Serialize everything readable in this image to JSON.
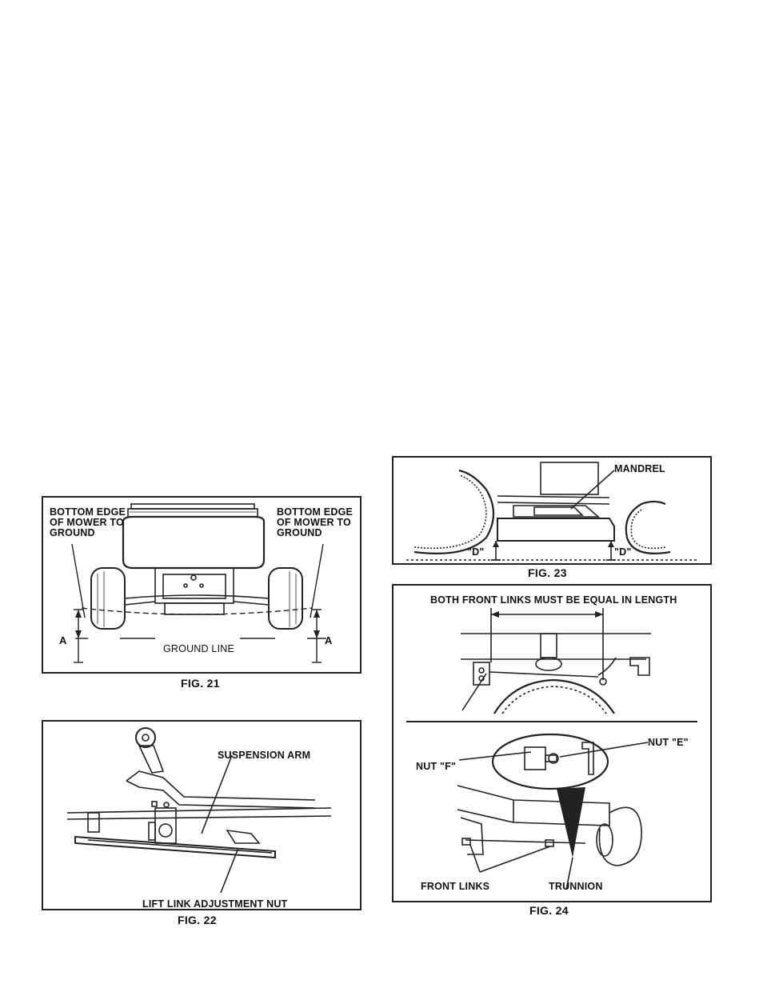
{
  "fig21": {
    "caption": "FIG. 21",
    "label_left": [
      "BOTTOM EDGE",
      "OF MOWER TO",
      "GROUND"
    ],
    "label_right": [
      "BOTTOM EDGE",
      "OF MOWER TO",
      "GROUND"
    ],
    "dim_left": "A",
    "dim_right": "A",
    "ground_line": "GROUND LINE"
  },
  "fig22": {
    "caption": "FIG. 22",
    "suspension_arm": "SUSPENSION ARM",
    "lift_link_nut": "LIFT LINK ADJUSTMENT NUT"
  },
  "fig23": {
    "caption": "FIG. 23",
    "mandrel": "MANDREL",
    "dim_left": "\"D\"",
    "dim_right": "\"D\""
  },
  "fig24": {
    "caption": "FIG. 24",
    "links_equal": "BOTH FRONT LINKS MUST BE EQUAL IN LENGTH",
    "nut_e": "NUT \"E\"",
    "nut_f": "NUT \"F\"",
    "front_links": "FRONT LINKS",
    "trunnion": "TRUNNION"
  }
}
